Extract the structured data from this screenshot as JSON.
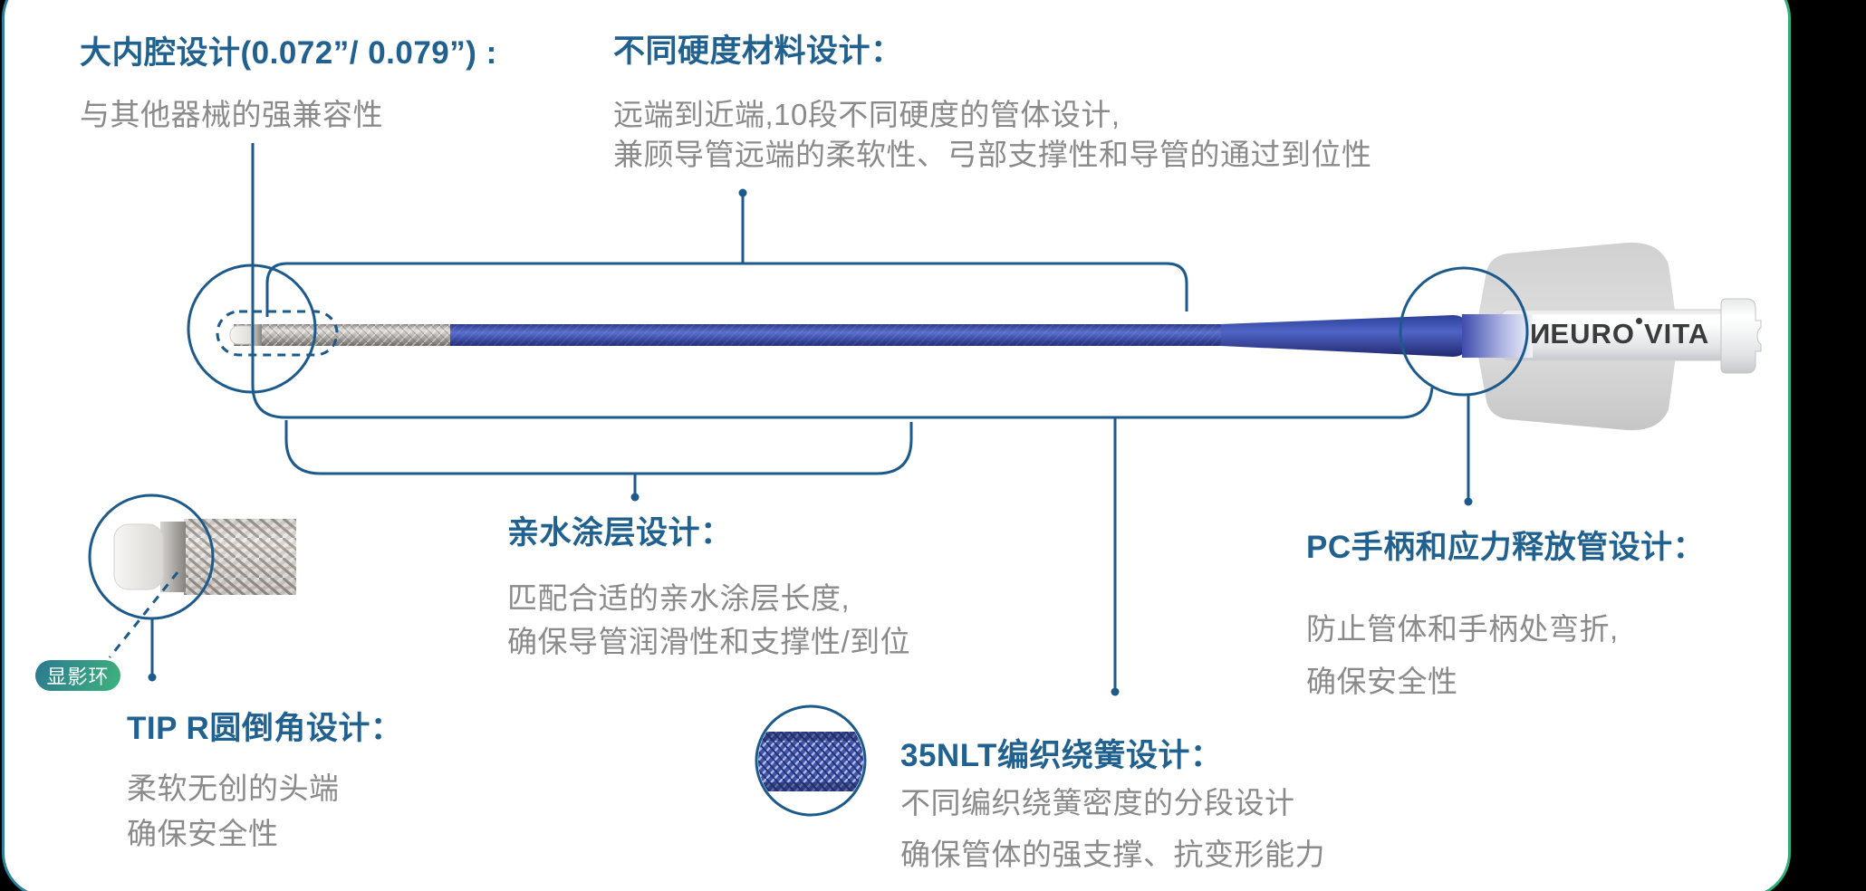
{
  "callouts": {
    "lumen": {
      "title": "大内腔设计(0.072”/ 0.079”) :",
      "body": "与其他器械的强兼容性"
    },
    "hardness": {
      "title": "不同硬度材料设计：",
      "body_line1": "远端到近端,10段不同硬度的管体设计,",
      "body_line2": "兼顾导管远端的柔软性、弓部支撑性和导管的通过到位性"
    },
    "coating": {
      "title": "亲水涂层设计：",
      "body_line1": "匹配合适的亲水涂层长度,",
      "body_line2": "确保导管润滑性和支撑性/到位"
    },
    "braid": {
      "title": "35NLT编织绕簧设计：",
      "body_line1": "不同编织绕簧密度的分段设计",
      "body_line2": "确保管体的强支撑、抗变形能力"
    },
    "handle": {
      "title": "PC手柄和应力释放管设计：",
      "body_line1": "防止管体和手柄处弯折,",
      "body_line2": "确保安全性"
    },
    "tip": {
      "title": "TIP R圆倒角设计：",
      "body_line1": "柔软无创的头端",
      "body_line2": "确保安全性"
    },
    "marker_badge": "显影环"
  },
  "logo": {
    "n": "N",
    "euro": "EURO",
    "vita": "VITA"
  },
  "colors": {
    "title_blue": "#20618f",
    "body_gray": "#8a8a8a",
    "line_blue": "#1d5a8c",
    "shaft_blue": "#3c4fa5",
    "border_teal_left": "#2d7f9e",
    "border_teal_right": "#2fae7c",
    "badge_gradient_start": "#2b7a90",
    "badge_gradient_end": "#3eb27c"
  }
}
